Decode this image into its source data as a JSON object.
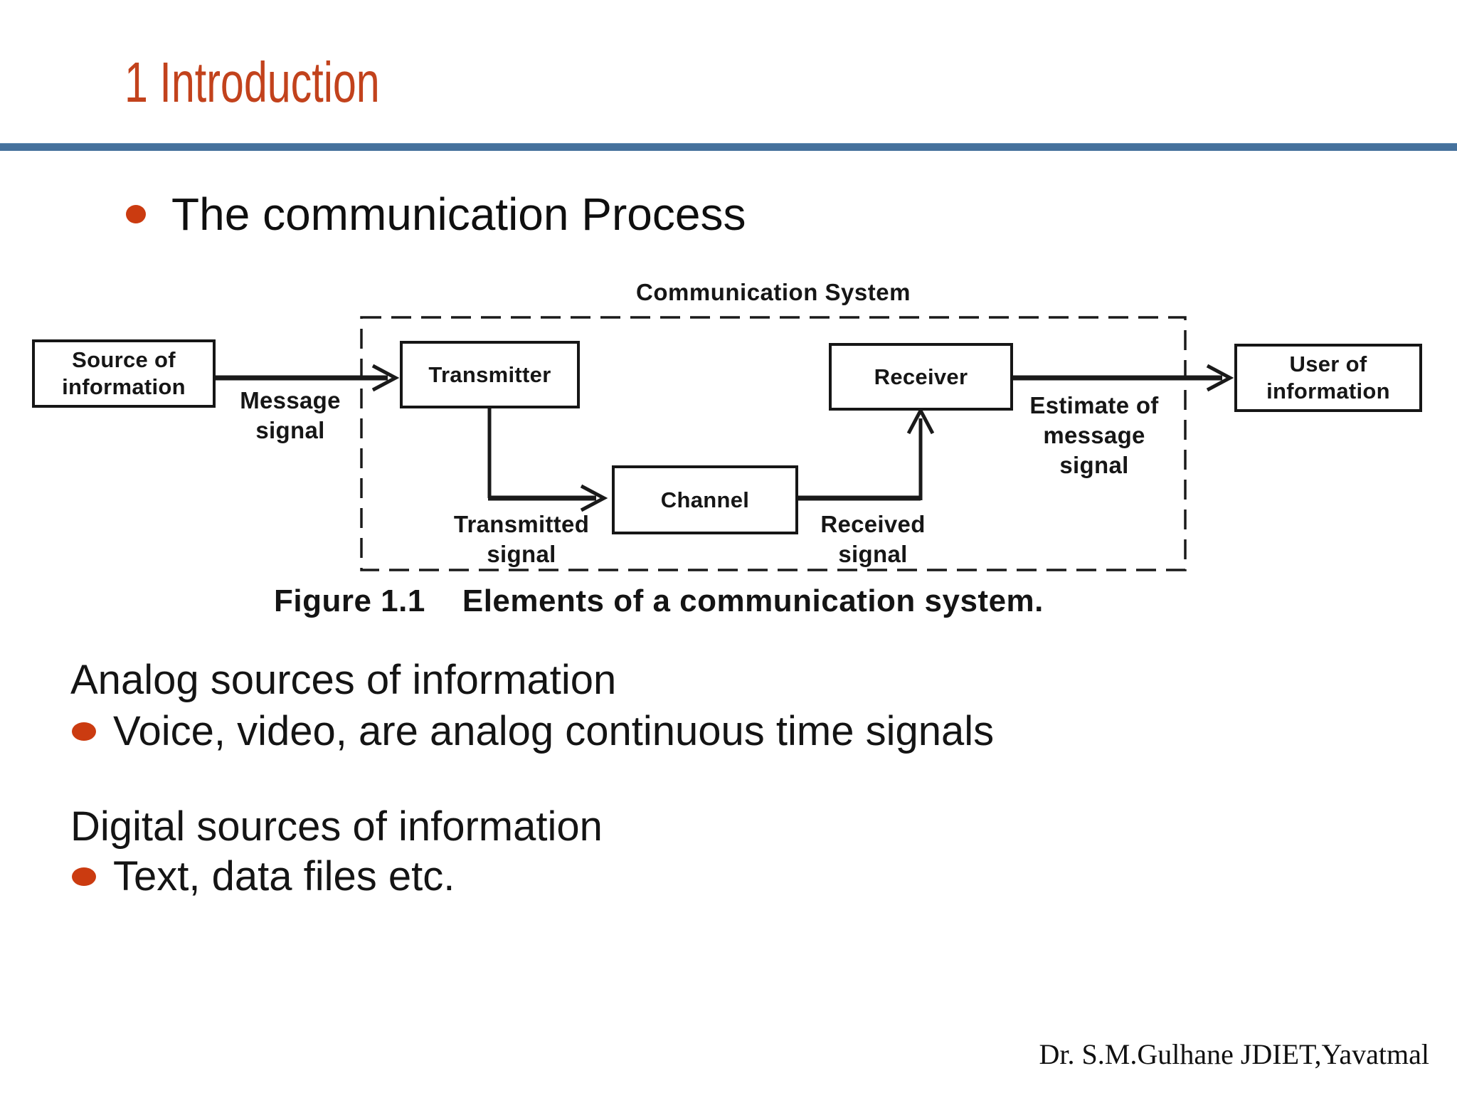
{
  "slide": {
    "title": "1 Introduction",
    "heading_bullet": "The communication Process",
    "footer": "Dr. S.M.Gulhane JDIET,Yavatmal"
  },
  "figure": {
    "system_label": "Communication System",
    "boxes": {
      "source": "Source of\ninformation",
      "transmitter": "Transmitter",
      "receiver": "Receiver",
      "user": "User of\ninformation",
      "channel": "Channel"
    },
    "signal_labels": {
      "message": "Message\nsignal",
      "transmitted": "Transmitted\nsignal",
      "received": "Received\nsignal",
      "estimate": "Estimate of\nmessage\nsignal"
    },
    "caption": {
      "prefix": "Figure 1.1",
      "text": "Elements of a communication system."
    }
  },
  "body": {
    "analog_heading": "Analog sources of information",
    "analog_bullet": "Voice, video, are analog continuous time signals",
    "digital_heading": "Digital sources of information",
    "digital_bullet": "Text, data files etc."
  },
  "colors": {
    "title_accent": "#c2421c",
    "bullet_accent": "#cb3b10",
    "divider_blue": "#45719c",
    "ink": "#161616"
  }
}
